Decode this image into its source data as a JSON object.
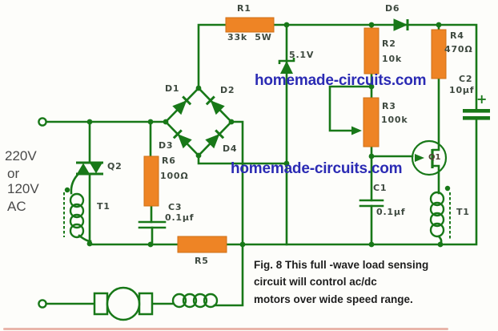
{
  "figure": {
    "watermark_top": "homemade-circuits.com",
    "watermark_mid": "homemade-circuits.com",
    "caption_line1": "Fig. 8 This full -wave load sensing",
    "caption_line2": "circuit will control ac/dc",
    "caption_line3": "motors over wide speed range.",
    "source_line1": "220V",
    "source_line2": "or",
    "source_line3": "120V",
    "source_line4": "AC"
  },
  "components": {
    "r1": {
      "ref": "R1",
      "value": "33k  5W"
    },
    "r2": {
      "ref": "R2",
      "value": "10k"
    },
    "r3": {
      "ref": "R3",
      "value": "100k"
    },
    "r4": {
      "ref": "R4",
      "value": "470Ω"
    },
    "r5": {
      "ref": "R5"
    },
    "r6": {
      "ref": "R6",
      "value": "100Ω"
    },
    "c1": {
      "ref": "C1",
      "value": "0.1μf"
    },
    "c2": {
      "ref": "C2",
      "value": "10μf",
      "polarity": "+"
    },
    "c3": {
      "ref": "C3",
      "value": "0.1μf"
    },
    "d1": {
      "ref": "D1"
    },
    "d2": {
      "ref": "D2"
    },
    "d3": {
      "ref": "D3"
    },
    "d4": {
      "ref": "D4"
    },
    "d6": {
      "ref": "D6"
    },
    "zener": {
      "value": "5.1V"
    },
    "q1": {
      "ref": "Q1"
    },
    "q2": {
      "ref": "Q2"
    },
    "t1_left": {
      "ref": "T1"
    },
    "t1_right": {
      "ref": "T1"
    }
  },
  "colors": {
    "wire_green": "#187818",
    "resistor_orange": "#ee8425",
    "watermark_blue": "#2b2bb4",
    "caption_black": "#1e1e1e"
  }
}
